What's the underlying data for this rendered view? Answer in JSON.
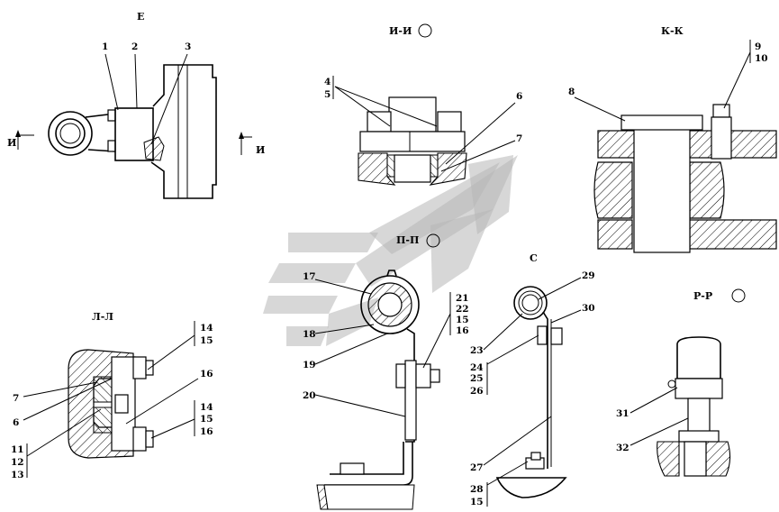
{
  "views": {
    "e": "Е",
    "ii": "И-И",
    "kk": "К-К",
    "pp": "П-П",
    "s": "С",
    "ll": "Л-Л",
    "rr": "Р-Р"
  },
  "section_marks": {
    "left": "И",
    "right": "И"
  },
  "callouts": {
    "c1": "1",
    "c2": "2",
    "c3": "3",
    "c4": "4",
    "c5": "5",
    "c6": "6",
    "c7": "7",
    "c8": "8",
    "c9": "9",
    "c10": "10",
    "ll14": "14",
    "ll15": "15",
    "ll16a": "16",
    "ll7": "7",
    "ll6": "6",
    "ll14b": "14",
    "ll15b": "15",
    "ll16b": "16",
    "ll11": "11",
    "ll12": "12",
    "ll13": "13",
    "p17": "17",
    "p18": "18",
    "p19": "19",
    "p20": "20",
    "p21": "21",
    "p22": "22",
    "p15": "15",
    "p16": "16",
    "s29": "29",
    "s30": "30",
    "s23": "23",
    "s24": "24",
    "s25": "25",
    "s26": "26",
    "s27": "27",
    "s28": "28",
    "s15": "15",
    "r31": "31",
    "r32": "32"
  }
}
